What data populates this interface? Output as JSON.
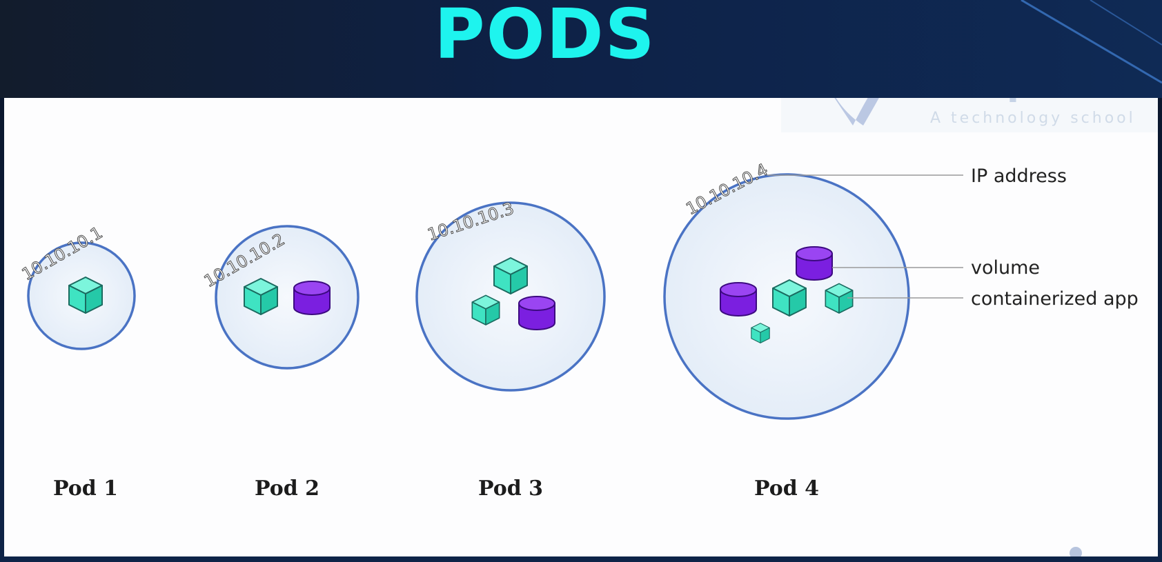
{
  "title": "PODS",
  "logo": {
    "name": "Visualpath",
    "tagline": "A technology school"
  },
  "pods": [
    {
      "label": "Pod 1",
      "ip": "10.10.10.1",
      "apps": 1,
      "volumes": 0
    },
    {
      "label": "Pod 2",
      "ip": "10.10.10.2",
      "apps": 1,
      "volumes": 1
    },
    {
      "label": "Pod 3",
      "ip": "10.10.10.3",
      "apps": 2,
      "volumes": 1
    },
    {
      "label": "Pod 4",
      "ip": "10.10.10.4",
      "apps": 3,
      "volumes": 2
    }
  ],
  "legend": {
    "ip_address": "IP address",
    "volume": "volume",
    "containerized_app": "containerized app"
  },
  "colors": {
    "title": "#1ef4ee",
    "pod_border": "#4a73c4",
    "pod_fill": "#eef4fb",
    "app_cube": "#3fe3c2",
    "volume": "#8a2be8"
  },
  "icons": [
    "cube-icon",
    "cylinder-icon"
  ]
}
